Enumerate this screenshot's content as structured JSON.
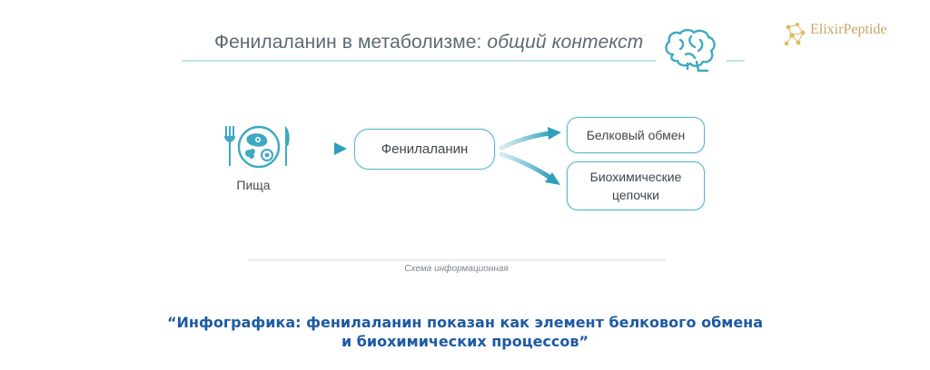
{
  "title": {
    "main": "Фенилаланин в метаболизме:",
    "italic": "общий контекст"
  },
  "logo": {
    "text": "ElixirPeptide"
  },
  "diagram": {
    "source_label": "Пища",
    "center_node": "Фенилаланин",
    "target_nodes": [
      "Белковый обмен",
      "Биохимические цепочки"
    ]
  },
  "caption": "Схема информационная",
  "quote": {
    "line1": "“Инфографика: фенилаланин показан как элемент белкового обмена",
    "line2": "и биохимических процессов”"
  },
  "colors": {
    "accent": "#5db5c8",
    "quote": "#1d5aa3",
    "logo": "#c8a566"
  }
}
